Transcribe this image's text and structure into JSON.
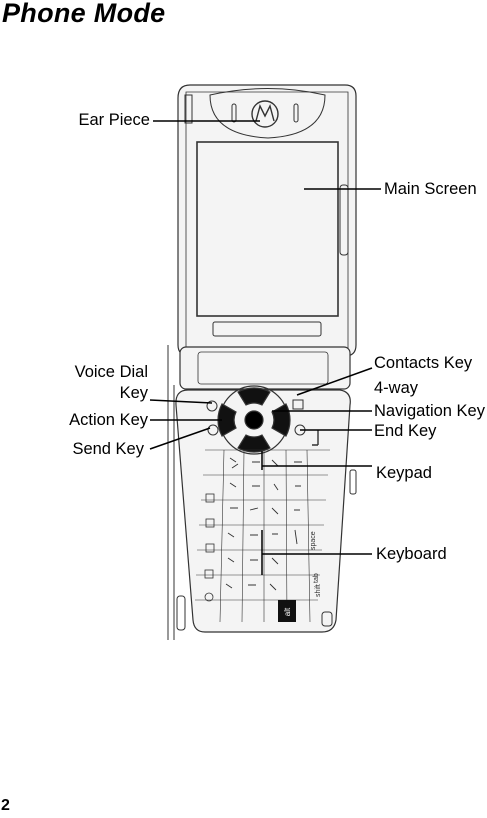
{
  "page": {
    "title": "Phone Mode",
    "page_number": "2"
  },
  "callouts": {
    "ear_piece": "Ear Piece",
    "main_screen": "Main Screen",
    "voice_dial_line1": "Voice Dial",
    "voice_dial_line2": "Key",
    "action_key": "Action Key",
    "send_key": "Send Key",
    "contacts_key": "Contacts Key",
    "nav_line1": "4-way",
    "nav_line2": "Navigation Key",
    "end_key": "End Key",
    "keypad": "Keypad",
    "keyboard": "Keyboard"
  },
  "keyboard_labels": {
    "alt": "alt",
    "shift": "shift",
    "space": "space",
    "tab": "tab"
  },
  "colors": {
    "ink": "#000000",
    "outline": "#333333",
    "body_fill": "#f4f4f4"
  }
}
